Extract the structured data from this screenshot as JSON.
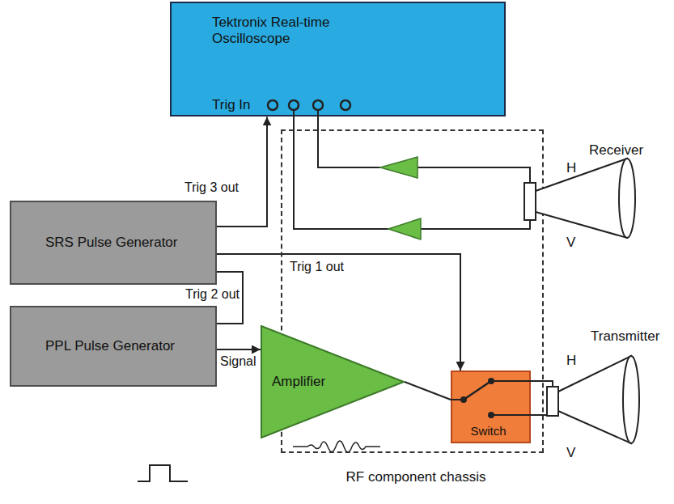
{
  "diagram": {
    "nodes": [
      {
        "text": [
          "Tektronix Real-time Oscilloscope",
          "Trig In"
        ]
      },
      {
        "text": [
          "SRS Pulse Generator"
        ]
      },
      {
        "text": [
          "PPL Pulse Generator"
        ]
      },
      {
        "text": [
          "RF component chassis"
        ]
      },
      {
        "text": [
          "Amplifier"
        ],
        "in": 3
      },
      {
        "text": [
          "Switch"
        ],
        "in": 3
      }
    ],
    "edges": [
      {
        "from": 1,
        "to": 0,
        "arrow": "to",
        "label": "Trig 3 out"
      },
      {
        "from": 1,
        "to": 5,
        "arrow": "to",
        "label": "Trig 1 out"
      },
      {
        "from": 1,
        "to": 2,
        "arrow": "none",
        "label": "Trig 2 out"
      },
      {
        "from": 2,
        "to": 4,
        "arrow": "to",
        "label": "Signal"
      },
      {
        "from": 4,
        "to": 5,
        "arrow": "none"
      }
    ],
    "labels": [
      "Receiver",
      "H",
      "V",
      "Transmitter",
      "H",
      "V"
    ]
  }
}
